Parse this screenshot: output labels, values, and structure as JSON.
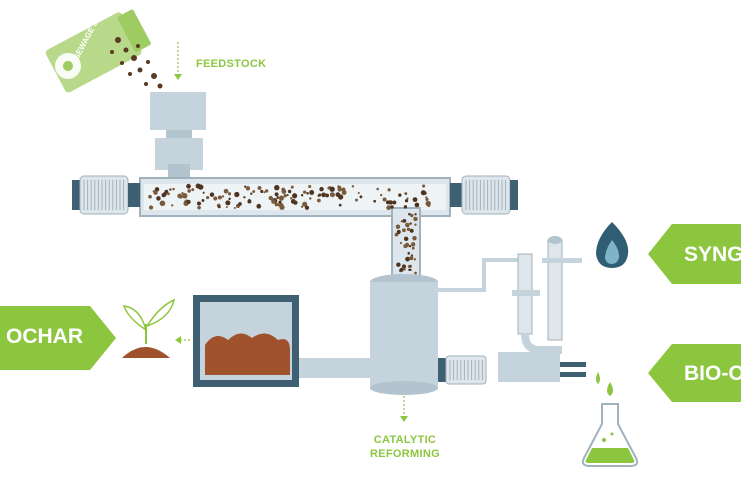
{
  "labels": {
    "feedstock": "FEEDSTOCK",
    "catalytic_line1": "CATALYTIC",
    "catalytic_line2": "REFORMING",
    "bag_text": "SEWAGE SLUDGE"
  },
  "outputs": {
    "biochar": "OCHAR",
    "syngas": "SYNG",
    "bio_oil": "BIO-O"
  },
  "colors": {
    "green": "#8cc63f",
    "steel": "#c5d3dc",
    "steel_dark": "#7f96a6",
    "navy": "#3f5f72",
    "soil": "#a0522d",
    "flame": "#2e5d74"
  }
}
